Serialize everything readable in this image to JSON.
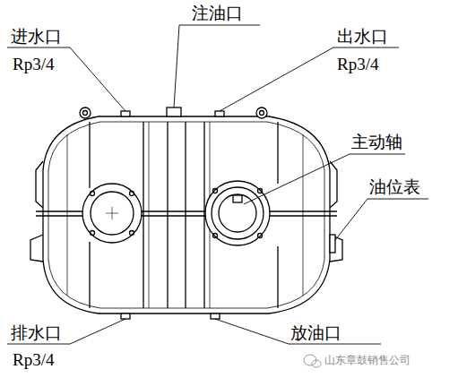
{
  "diagram": {
    "labels": [
      "进水口",
      "Rp3/4",
      "注油口",
      "出水口",
      "Rp3/4",
      "主动轴",
      "油位表",
      "排水口",
      "Rp3/4",
      "放油口",
      "山东章鼓销售公司"
    ]
  }
}
